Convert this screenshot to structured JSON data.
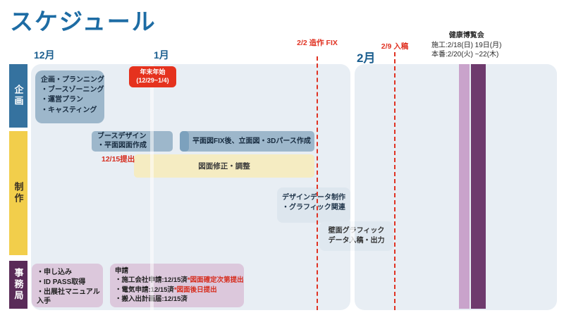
{
  "page": {
    "title": "スケジュール"
  },
  "timeline": {
    "months": [
      {
        "label": "12月"
      },
      {
        "label": "1月"
      },
      {
        "label": "2月"
      }
    ],
    "milestones": [
      {
        "line1": "2/2 造作",
        "line2": "FIX"
      },
      {
        "line1": "2/9 入稿",
        "line2": ""
      }
    ],
    "event": {
      "name": "健康博覧会",
      "construction": "施工:2/18(日) 19日(月)",
      "show": "本番:2/20(火) ~22(木)"
    }
  },
  "rows": [
    {
      "label": "企画"
    },
    {
      "label": "制作"
    },
    {
      "label": "事務局"
    }
  ],
  "tasks": {
    "planning": {
      "lines": [
        "企画・プランニング",
        "・ブースゾーニング",
        "・運営プラン",
        "・キャスティング"
      ]
    },
    "year_end": {
      "lines": [
        "年末年始",
        "(12/29~1/4)"
      ]
    },
    "booth_design": {
      "lines": [
        "ブースデザイン",
        "・平面図面作成"
      ]
    },
    "submit_deadline": {
      "label": "12/15提出"
    },
    "plan_fix": {
      "label": "平面図FIX後、立面図・3Dパース作成"
    },
    "drawing_adjust": {
      "label": "図面修正・調整"
    },
    "design_data": {
      "lines": [
        "デザインデータ制作",
        "・グラフィック関連"
      ]
    },
    "wall_graphic": {
      "lines": [
        "壁面グラフィック",
        "データ入稿・出力"
      ]
    },
    "entry": {
      "lines": [
        "・申し込み",
        "・ID PASS取得",
        "・出展社マニュアル",
        "入手"
      ]
    },
    "applications": {
      "title": "申請",
      "items": [
        {
          "text": "・施工会社申請:12/15済",
          "note": "*図面確定次第提出"
        },
        {
          "text": "・電気申請:12/15済",
          "note": "*図面後日提出"
        },
        {
          "text": "・搬入出計画届:12/15済",
          "note": ""
        }
      ]
    }
  },
  "colors": {
    "title_blue": "#1d6ca4",
    "planning_bar": "#35729f",
    "production_bar": "#f2ce4b",
    "office_bar": "#5a2b58",
    "milestone_red": "#e03222",
    "task_blue": "#9db7cb",
    "task_yellow": "#f5ecc2",
    "task_pink": "#dcc8dc",
    "construction_bar": "#c9a3cb",
    "show_bar": "#6e3a6d",
    "panel_bg": "#e8eef4"
  }
}
